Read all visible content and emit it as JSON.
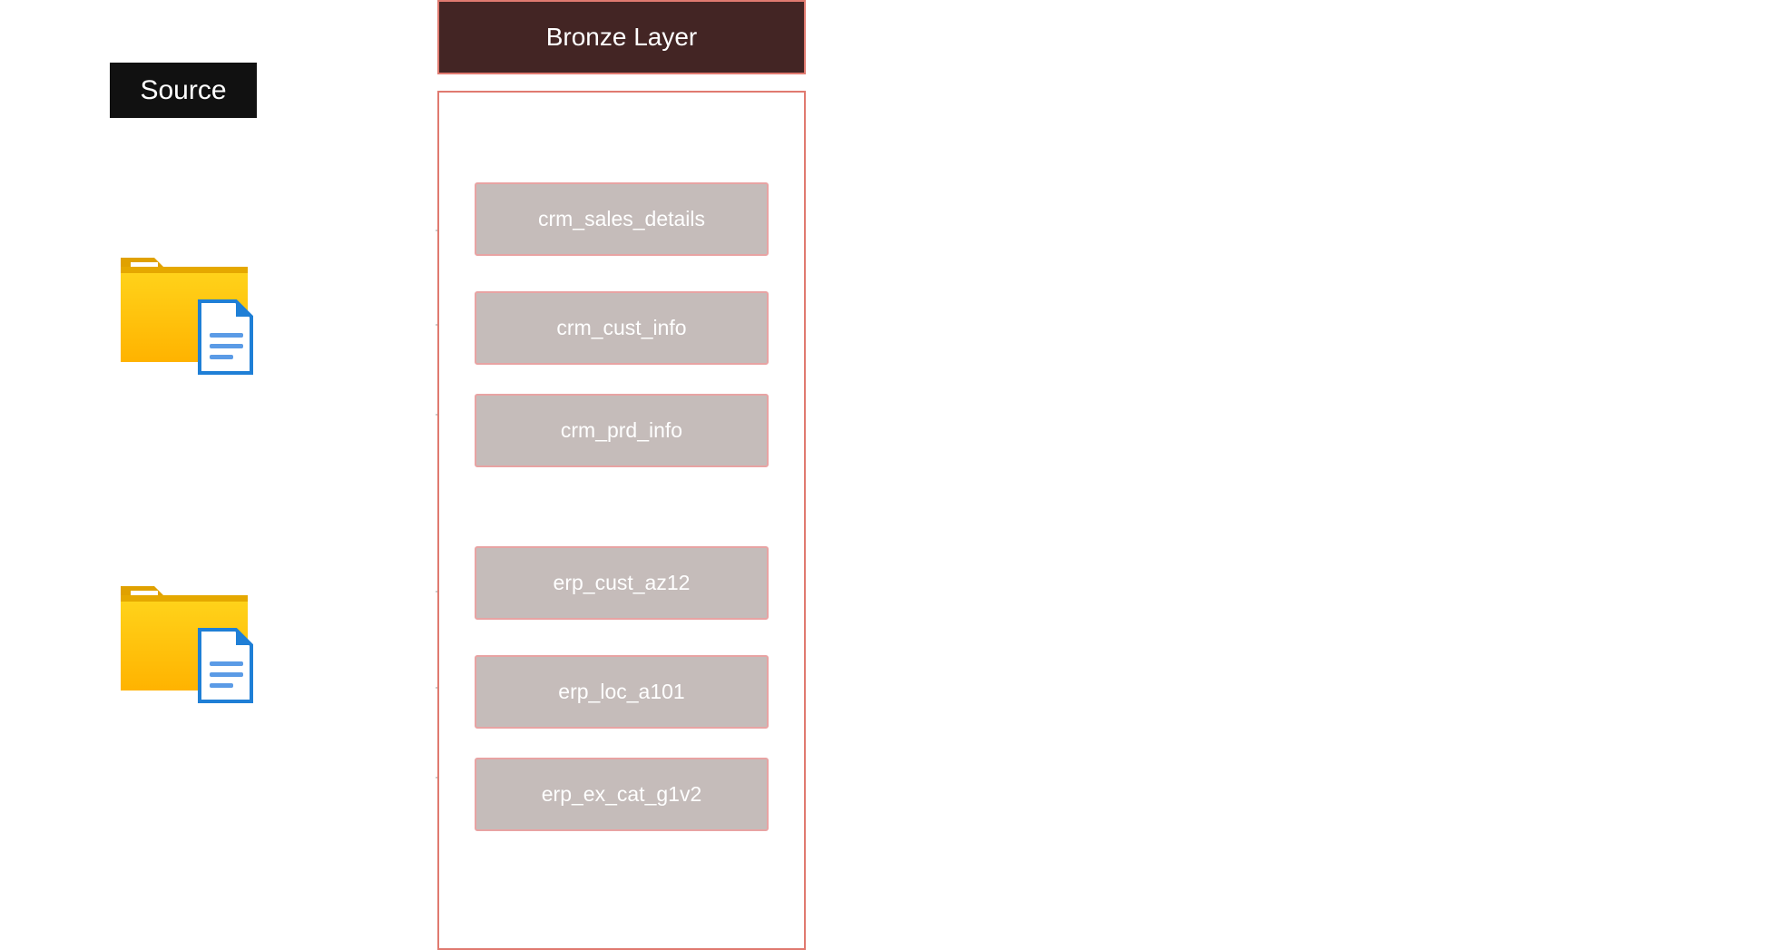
{
  "source": {
    "label": "Source"
  },
  "bronze": {
    "title": "Bronze Layer",
    "tables": [
      "crm_sales_details",
      "crm_cust_info",
      "crm_prd_info",
      "erp_cust_az12",
      "erp_loc_a101",
      "erp_ex_cat_g1v2"
    ]
  },
  "icons": {
    "crm_source": "folder-document-icon",
    "erp_source": "folder-document-icon"
  },
  "colors": {
    "source_bg": "#111111",
    "bronze_header_bg": "#432524",
    "bronze_border": "#e07a70",
    "table_fill": "#c5bcba",
    "table_border": "#e8a3a3",
    "folder_yellow": "#ffc800",
    "doc_blue": "#1f7fd6"
  }
}
